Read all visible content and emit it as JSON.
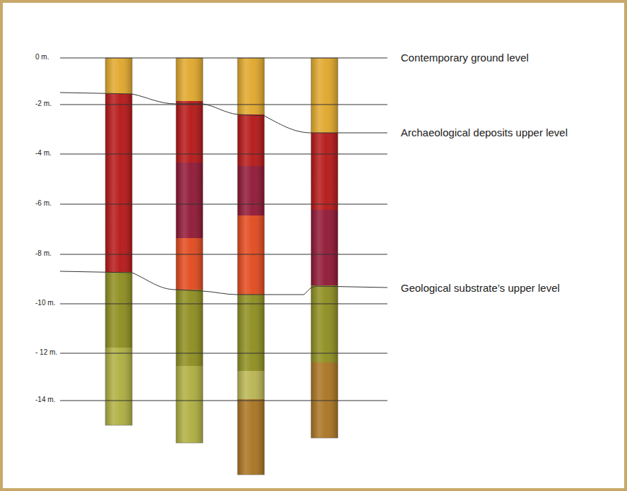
{
  "diagram": {
    "labels": [
      "0 m.",
      "-2 m.",
      "-4 m.",
      "-6 m.",
      "-8 m.",
      "-10 m.",
      "- 12 m.",
      "-14 m.",
      "Contemporary ground level",
      "Archaeological deposits upper level",
      "Geological substrate’s upper level"
    ]
  }
}
